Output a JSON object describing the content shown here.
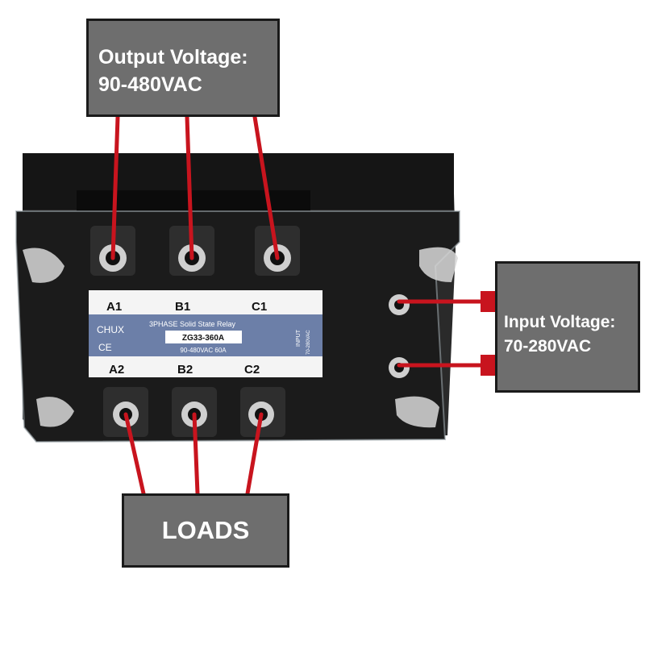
{
  "callouts": {
    "output": {
      "line1": "Output Voltage:",
      "line2": "90-480VAC"
    },
    "input": {
      "line1": "Input Voltage:",
      "line2": "70-280VAC"
    },
    "loads": {
      "label": "LOADS"
    }
  },
  "relay": {
    "terminals_top": [
      "A1",
      "B1",
      "C1"
    ],
    "terminals_bottom": [
      "A2",
      "B2",
      "C2"
    ],
    "brand": "CHUX",
    "ce_mark": "CE",
    "type_line": "3PHASE  Solid State Relay",
    "model": "ZG33-360A",
    "rating": "90-480VAC  60A",
    "input_side_label": "INPUT",
    "input_side_range": "70-280VAC"
  },
  "colors": {
    "wire": "#c8141e",
    "callout_fill": "#6e6e6e",
    "label_panel": "#6c7fa8",
    "relay_body": "#141414"
  }
}
